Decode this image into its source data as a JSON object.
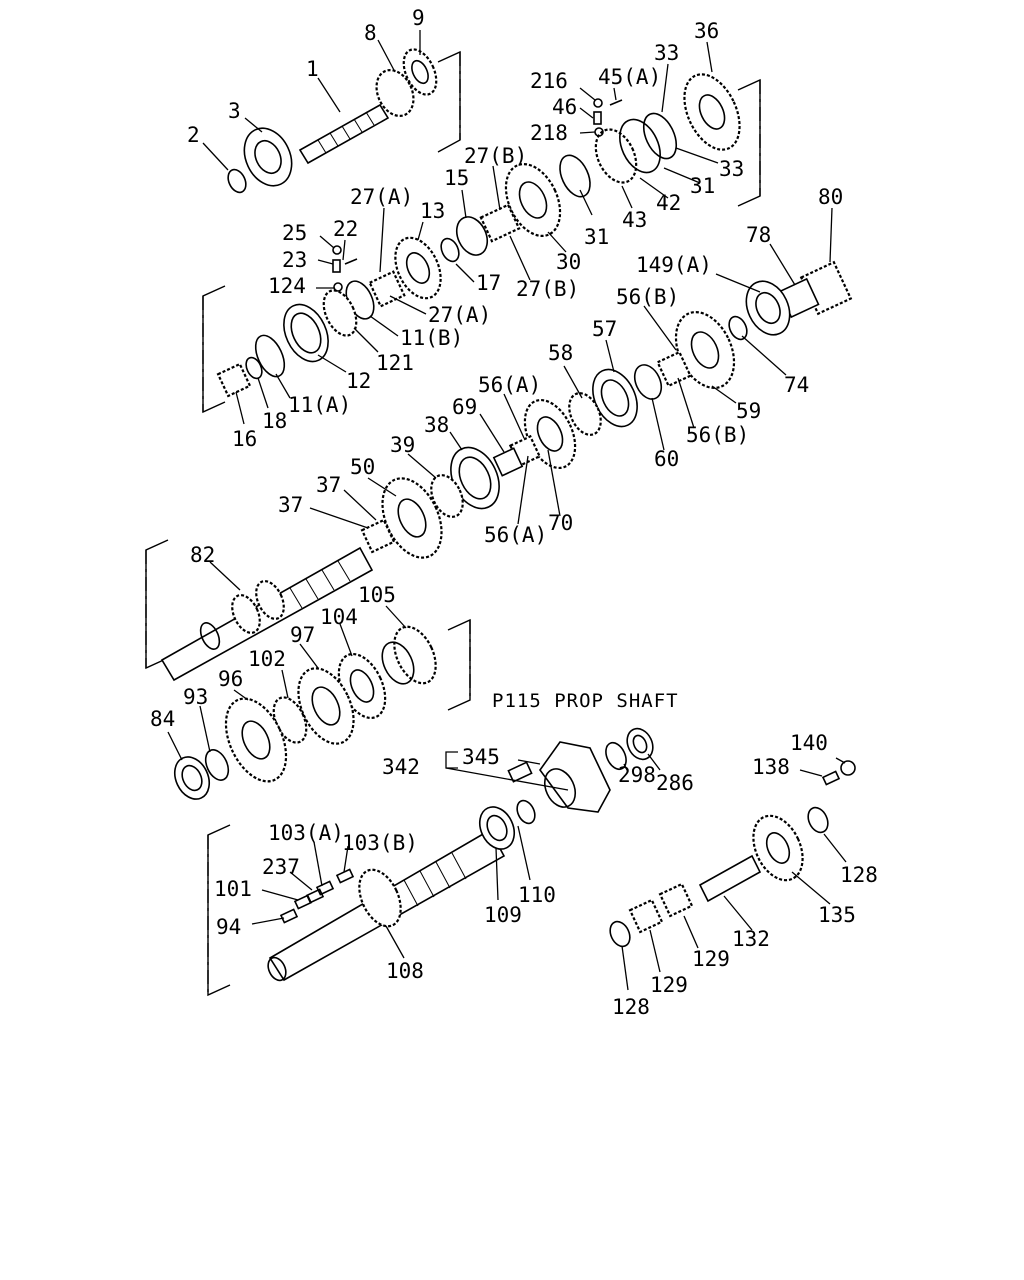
{
  "diagram": {
    "reference": "P115 PROP SHAFT",
    "labels": [
      "9",
      "8",
      "1",
      "3",
      "2",
      "216",
      "45(A)",
      "46",
      "218",
      "33",
      "36",
      "33",
      "31",
      "42",
      "43",
      "31",
      "30",
      "27(B)",
      "15",
      "27(B)",
      "17",
      "27(A)",
      "13",
      "22",
      "25",
      "23",
      "124",
      "27(A)",
      "11(B)",
      "121",
      "12",
      "11(A)",
      "18",
      "16",
      "80",
      "78",
      "149(A)",
      "74",
      "59",
      "56(B)",
      "56(B)",
      "57",
      "60",
      "58",
      "56(A)",
      "69",
      "70",
      "56(A)",
      "38",
      "39",
      "50",
      "37",
      "37",
      "82",
      "105",
      "104",
      "97",
      "102",
      "96",
      "93",
      "84",
      "342",
      "345",
      "298",
      "286",
      "140",
      "138",
      "128",
      "135",
      "132",
      "129",
      "129",
      "128",
      "110",
      "109",
      "103(A)",
      "103(B)",
      "237",
      "101",
      "94",
      "108"
    ]
  }
}
